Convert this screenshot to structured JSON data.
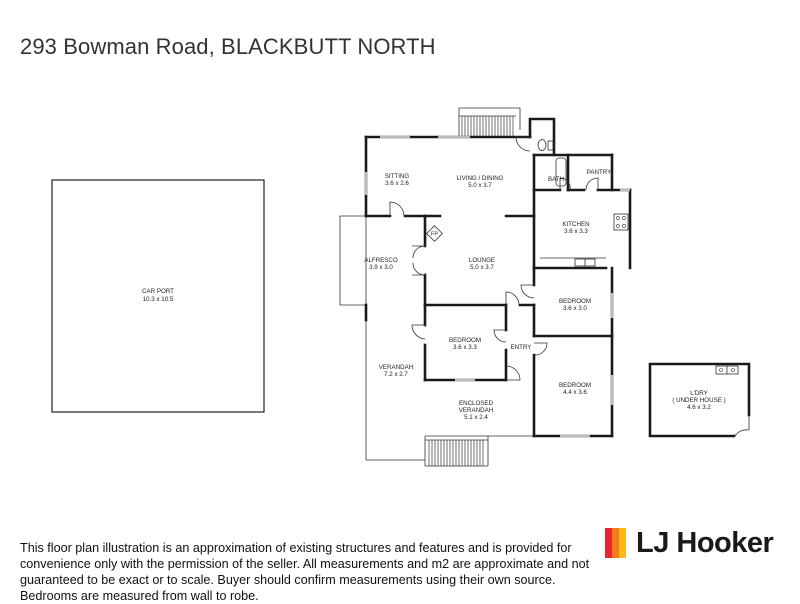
{
  "header": {
    "title": "293 Bowman Road, BLACKBUTT NORTH"
  },
  "rooms": {
    "carport": {
      "name": "CAR PORT",
      "size": "10.3 x 10.5"
    },
    "sitting": {
      "name": "SITTING",
      "size": "3.6 x 2.6"
    },
    "living_dining": {
      "name": "LIVING / DINING",
      "size": "5.0 x 3.7"
    },
    "bath": {
      "name": "BATH"
    },
    "pantry": {
      "name": "PANTRY"
    },
    "kitchen": {
      "name": "KITCHEN",
      "size": "3.6 x 3.3"
    },
    "fireplace": {
      "name": "FP"
    },
    "alfresco": {
      "name": "ALFRESCO",
      "size": "3.9 x 3.0"
    },
    "lounge": {
      "name": "LOUNGE",
      "size": "5.0 x 3.7"
    },
    "bedroom_1": {
      "name": "BEDROOM",
      "size": "3.6 x 3.0"
    },
    "bedroom_2": {
      "name": "BEDROOM",
      "size": "3.6 x 3.3"
    },
    "entry": {
      "name": "ENTRY"
    },
    "verandah": {
      "name": "VERANDAH",
      "size": "7.2 x 2.7"
    },
    "bedroom_3": {
      "name": "BEDROOM",
      "size": "4.4 x 3.6"
    },
    "enclosed_verandah": {
      "name": "ENCLOSED",
      "name2": "VERANDAH",
      "size": "5.1 x 2.4"
    },
    "laundry": {
      "name": "L'DRY",
      "name2": "( UNDER HOUSE )",
      "size": "4.6 x 3.2"
    }
  },
  "disclaimer": "This floor plan illustration is an approximation of existing structures and features and is provided for convenience only with the permission of the seller. All measurements and m2 are approximate and not guaranteed to be exact or to scale. Buyer should confirm measurements using their own source. Bedrooms are measured from wall to robe.",
  "brand": {
    "name": "LJ Hooker",
    "colors": [
      "#e8262d",
      "#f47b20",
      "#fdb913"
    ]
  }
}
